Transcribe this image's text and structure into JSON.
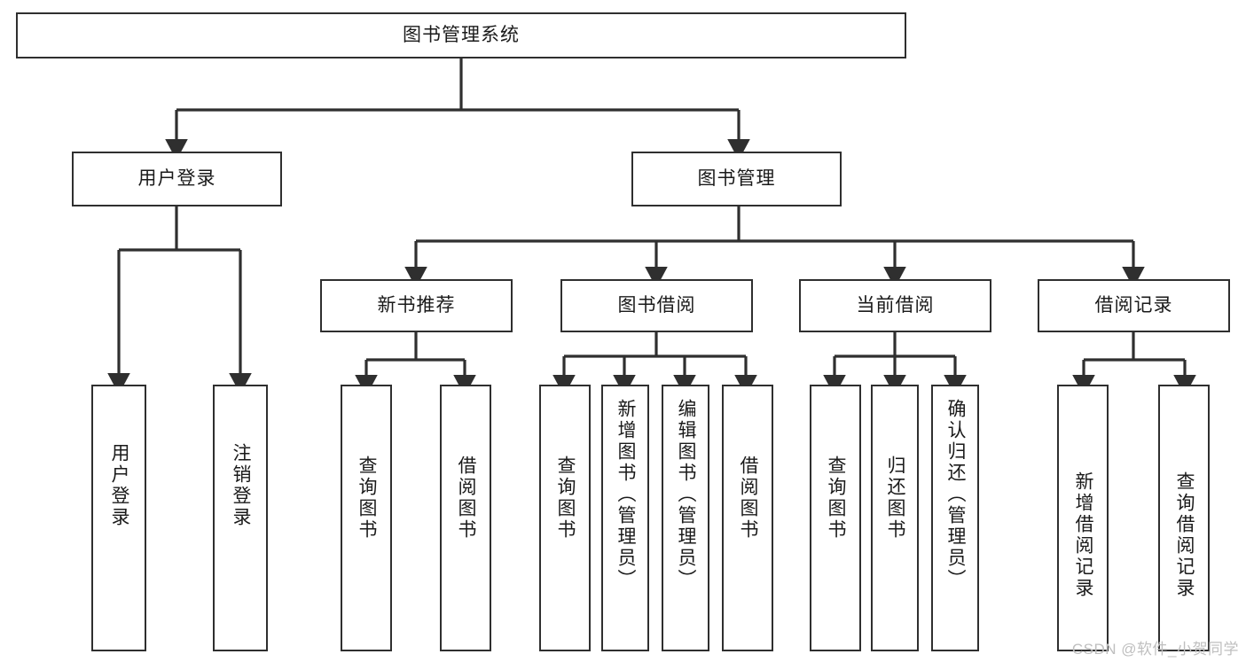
{
  "diagram": {
    "title": "图书管理系统",
    "type": "hierarchy-tree",
    "watermark": "CSDN @软件_小贺同学",
    "colors": {
      "box_border": "#2f2f2f",
      "box_fill": "#ffffff",
      "connector": "#2f2f2f",
      "text": "#1a1a1a",
      "watermark": "#bfbfbf",
      "background": "#ffffff"
    },
    "root": {
      "label": "图书管理系统"
    },
    "level2": [
      {
        "id": "user-login",
        "label": "用户登录"
      },
      {
        "id": "book-manage",
        "label": "图书管理"
      }
    ],
    "level3": [
      {
        "id": "new-book-recommend",
        "label": "新书推荐"
      },
      {
        "id": "book-borrow",
        "label": "图书借阅"
      },
      {
        "id": "current-borrow",
        "label": "当前借阅"
      },
      {
        "id": "borrow-record",
        "label": "借阅记录"
      }
    ],
    "leaves": [
      {
        "id": "leaf-user-login",
        "label": "用户登录",
        "parent": "user-login"
      },
      {
        "id": "leaf-logout-login",
        "label": "注销登录",
        "parent": "user-login"
      },
      {
        "id": "leaf-query-book-1",
        "label": "查询图书",
        "parent": "new-book-recommend"
      },
      {
        "id": "leaf-borrow-book-1",
        "label": "借阅图书",
        "parent": "new-book-recommend"
      },
      {
        "id": "leaf-query-book-2",
        "label": "查询图书",
        "parent": "book-borrow"
      },
      {
        "id": "leaf-add-book",
        "label": "新增图书（管理员）",
        "parent": "book-borrow"
      },
      {
        "id": "leaf-edit-book",
        "label": "编辑图书（管理员）",
        "parent": "book-borrow"
      },
      {
        "id": "leaf-borrow-book-2",
        "label": "借阅图书",
        "parent": "book-borrow"
      },
      {
        "id": "leaf-query-book-3",
        "label": "查询图书",
        "parent": "current-borrow"
      },
      {
        "id": "leaf-return-book",
        "label": "归还图书",
        "parent": "current-borrow"
      },
      {
        "id": "leaf-confirm-return",
        "label": "确认归还（管理员）",
        "parent": "current-borrow"
      },
      {
        "id": "leaf-add-record",
        "label": "新增借阅记录",
        "parent": "borrow-record"
      },
      {
        "id": "leaf-query-record",
        "label": "查询借阅记录",
        "parent": "borrow-record"
      }
    ]
  }
}
